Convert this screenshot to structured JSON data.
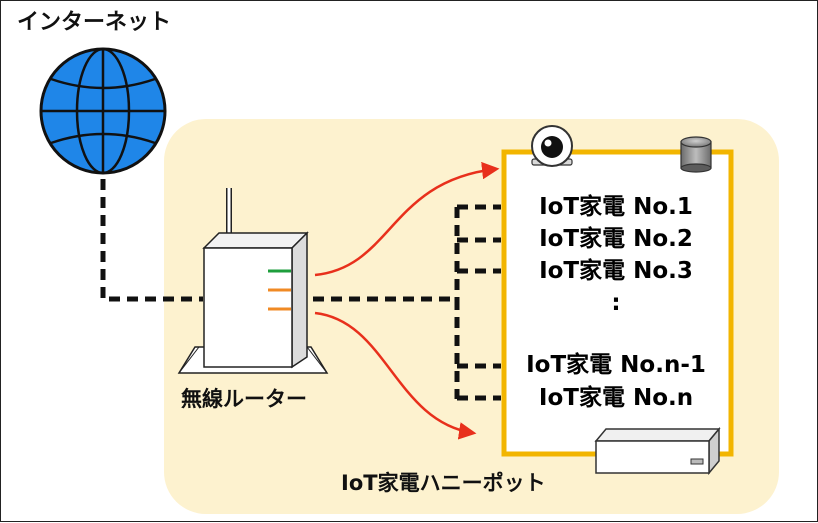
{
  "internet": {
    "label": "インターネット"
  },
  "router": {
    "label": "無線ルーター"
  },
  "honeypot": {
    "label": "IoT家電ハニーポット"
  },
  "devices": {
    "d1": "IoT家電 No.1",
    "d2": "IoT家電 No.2",
    "d3": "IoT家電 No.3",
    "ellipsis": ":",
    "dn1": "IoT家電 No.n-1",
    "dn": "IoT家電 No.n"
  },
  "colors": {
    "honeypot_bg": "#fdf2cf",
    "device_box_border": "#f2b500",
    "globe": "#1f86e8",
    "arrow": "#e8301c",
    "led_green": "#1e9e3c",
    "led_orange": "#f08a24"
  },
  "icons": [
    "globe-icon",
    "router-icon",
    "camera-icon",
    "sensor-icon",
    "appliance-icon"
  ]
}
